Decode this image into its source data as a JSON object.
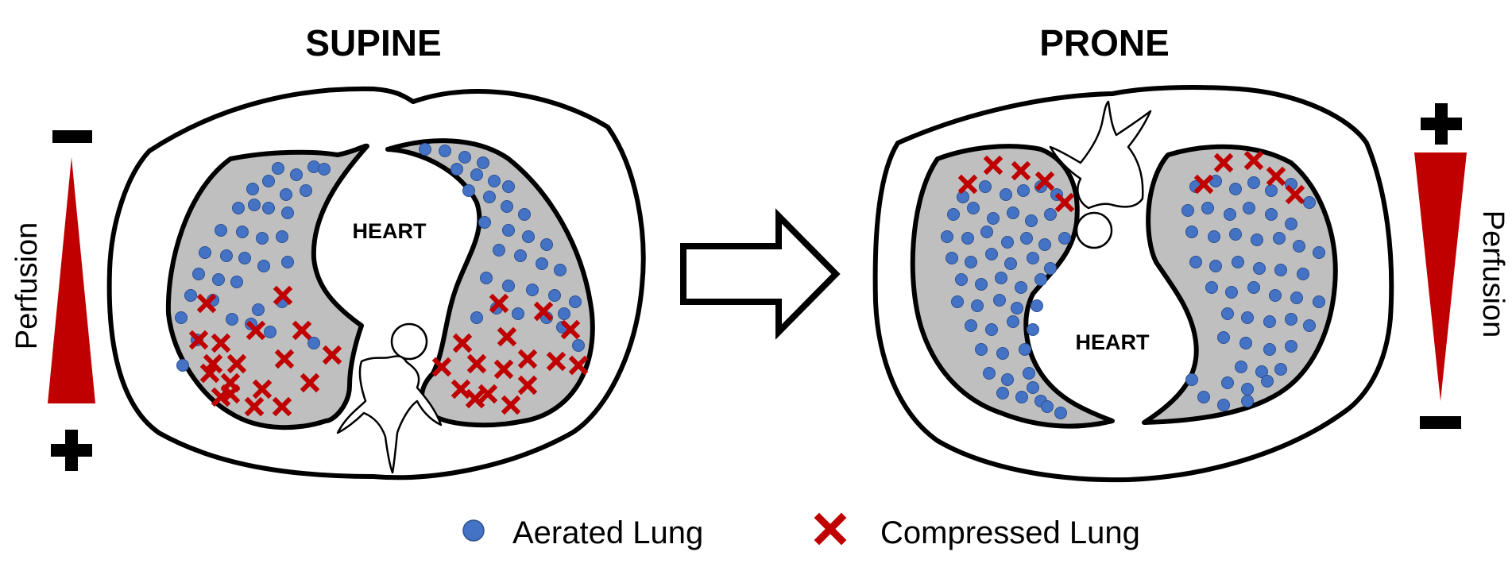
{
  "supine": {
    "title": "SUPINE",
    "heart_label": "HEART",
    "perfusion_label": "Perfusion",
    "perfusion_top_sign": "minus",
    "perfusion_bottom_sign": "plus"
  },
  "prone": {
    "title": "PRONE",
    "heart_label": "HEART",
    "perfusion_label": "Perfusion",
    "perfusion_top_sign": "plus",
    "perfusion_bottom_sign": "minus"
  },
  "arrow": {
    "icon": "right-arrow-icon"
  },
  "legend": {
    "aerated": {
      "label": "Aerated Lung",
      "icon": "blue-dot-icon"
    },
    "compressed": {
      "label": "Compressed Lung",
      "icon": "red-x-icon"
    }
  },
  "colors": {
    "aerated": "#4472c4",
    "compressed": "#c00000",
    "lung_fill": "#bfbfbf",
    "perfusion": "#c00000",
    "outline": "#000000"
  }
}
